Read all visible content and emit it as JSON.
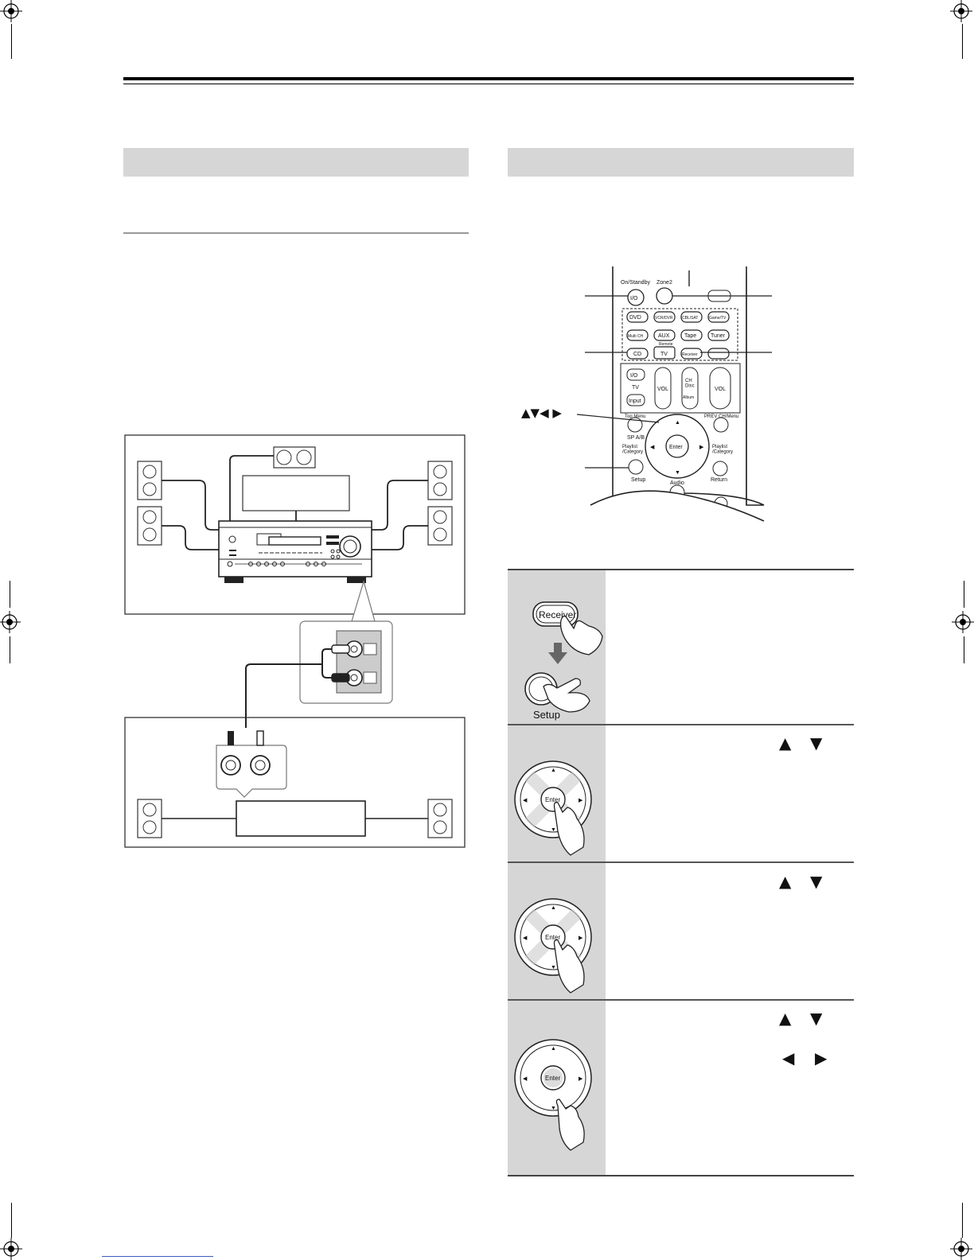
{
  "remote_labels": {
    "on_standby": "On/Standby",
    "on_symbol": "I/O",
    "zone2": "Zone2",
    "dvd": "DVD",
    "vcr_dvr": "VCR/DVR",
    "cbl_sat": "CBL/SAT",
    "game_tv": "Game/TV",
    "multi_ch": "Multi CH",
    "aux": "AUX",
    "tape": "Tape",
    "tuner": "Tuner",
    "remote_mode": "Remote",
    "cd": "CD",
    "tv": "TV",
    "receiver": "Receiver",
    "tv_power": "I/O",
    "tv_label": "TV",
    "input": "Input",
    "vol": "VOL",
    "ch_disc": "CH\nDisc",
    "album": "Album",
    "top_menu": "Top Menu",
    "prev_ch_menu": "PREV CH/Menu",
    "sp_ab": "SP A/B",
    "playlist_category": "Playlist\n/Category",
    "enter": "Enter",
    "setup": "Setup",
    "audio": "Audio",
    "return": "Return"
  },
  "arrow_callout": "▲▼◀ ▶",
  "steps": [
    {
      "receiver_label": "Receiver",
      "setup_label": "Setup"
    },
    {
      "enter_label": "Enter",
      "arrows": [
        "▲",
        "▼"
      ]
    },
    {
      "enter_label": "Enter",
      "arrows": [
        "▲",
        "▼"
      ]
    },
    {
      "enter_label": "Enter",
      "arrows": [
        "▲",
        "▼",
        "◀",
        "▶"
      ]
    }
  ]
}
